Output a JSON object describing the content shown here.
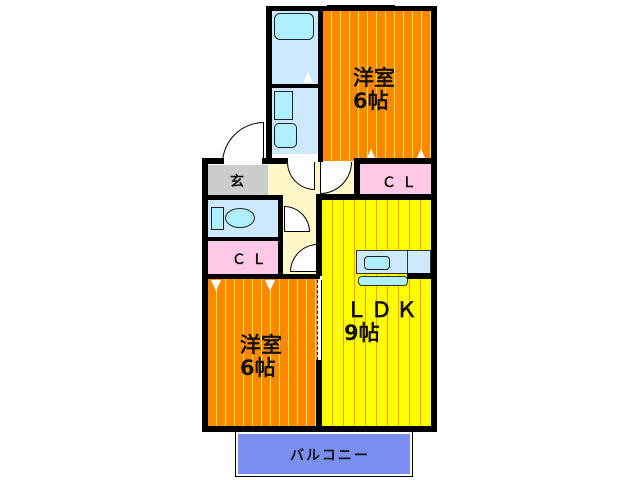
{
  "floorplan": {
    "rooms": [
      {
        "id": "bedroom-north",
        "name": "洋室",
        "size": "6帖"
      },
      {
        "id": "bedroom-south",
        "name": "洋室",
        "size": "6帖"
      },
      {
        "id": "ldk",
        "name": "ＬＤＫ",
        "size": "9帖"
      }
    ],
    "closets": [
      {
        "id": "closet-north",
        "label": "ＣＬ"
      },
      {
        "id": "closet-west",
        "label": "ＣＬ"
      }
    ],
    "entrance": {
      "label": "玄"
    },
    "balcony": {
      "label": "バルコニー"
    },
    "colors": {
      "bedroom": "#ff8800",
      "ldk": "#ffff00",
      "closet": "#ffc8e6",
      "wet_area": "#cde9ff",
      "entrance": "#cccccc",
      "hallway": "#fff7c8",
      "balcony": "#7b8ff0",
      "wall": "#000000"
    }
  }
}
